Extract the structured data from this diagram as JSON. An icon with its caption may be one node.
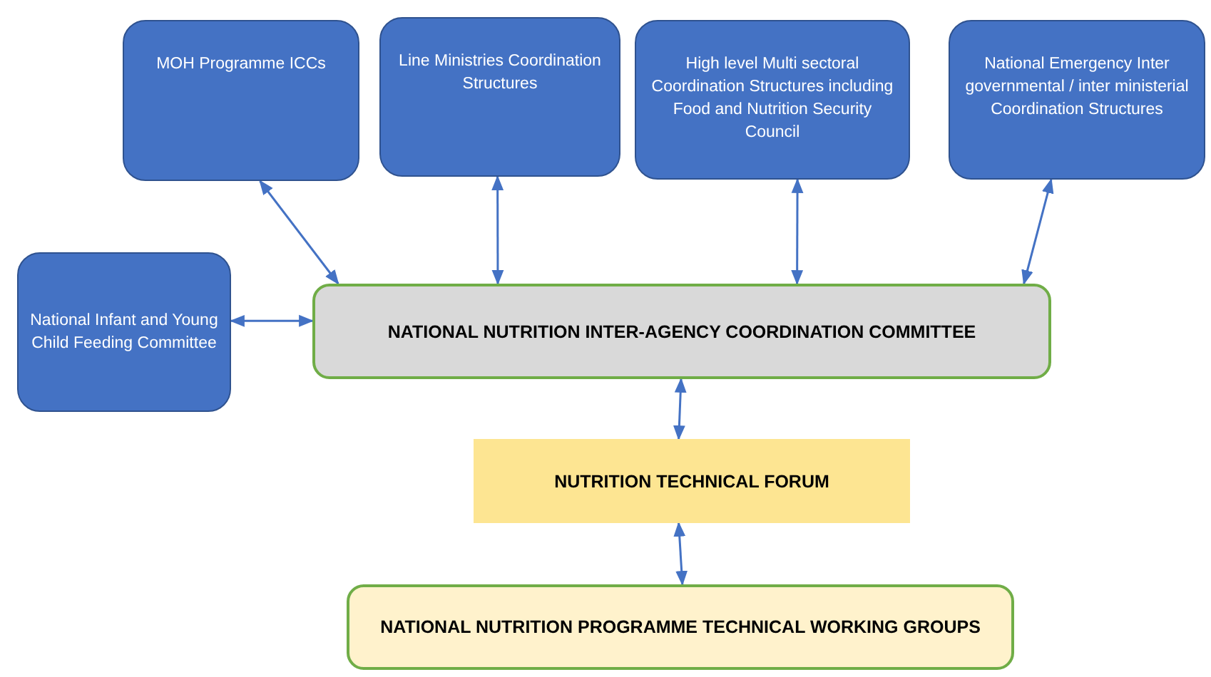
{
  "diagram": {
    "nodes": [
      {
        "text": [
          "MOH Programme ICCs"
        ]
      },
      {
        "text": [
          "Line Ministries Coordination Structures"
        ]
      },
      {
        "text": [
          "High level Multi sectoral Coordination Structures including Food and Nutrition Security Council"
        ]
      },
      {
        "text": [
          "National Emergency Inter governmental / inter ministerial  Coordination Structures"
        ]
      },
      {
        "text": [
          "National Infant and Young Child Feeding Committee"
        ]
      },
      {
        "text": [
          "NATIONAL NUTRITION INTER-AGENCY COORDINATION COMMITTEE"
        ]
      },
      {
        "text": [
          "NUTRITION TECHNICAL FORUM"
        ]
      },
      {
        "text": [
          "NATIONAL NUTRITION PROGRAMME TECHNICAL WORKING GROUPS"
        ]
      }
    ],
    "edges": [
      {
        "from": 0,
        "to": 5,
        "arrow": "both"
      },
      {
        "from": 1,
        "to": 5,
        "arrow": "both"
      },
      {
        "from": 2,
        "to": 5,
        "arrow": "both"
      },
      {
        "from": 3,
        "to": 5,
        "arrow": "both"
      },
      {
        "from": 4,
        "to": 5,
        "arrow": "both"
      },
      {
        "from": 5,
        "to": 6,
        "arrow": "both"
      },
      {
        "from": 6,
        "to": 7,
        "arrow": "both"
      }
    ]
  }
}
